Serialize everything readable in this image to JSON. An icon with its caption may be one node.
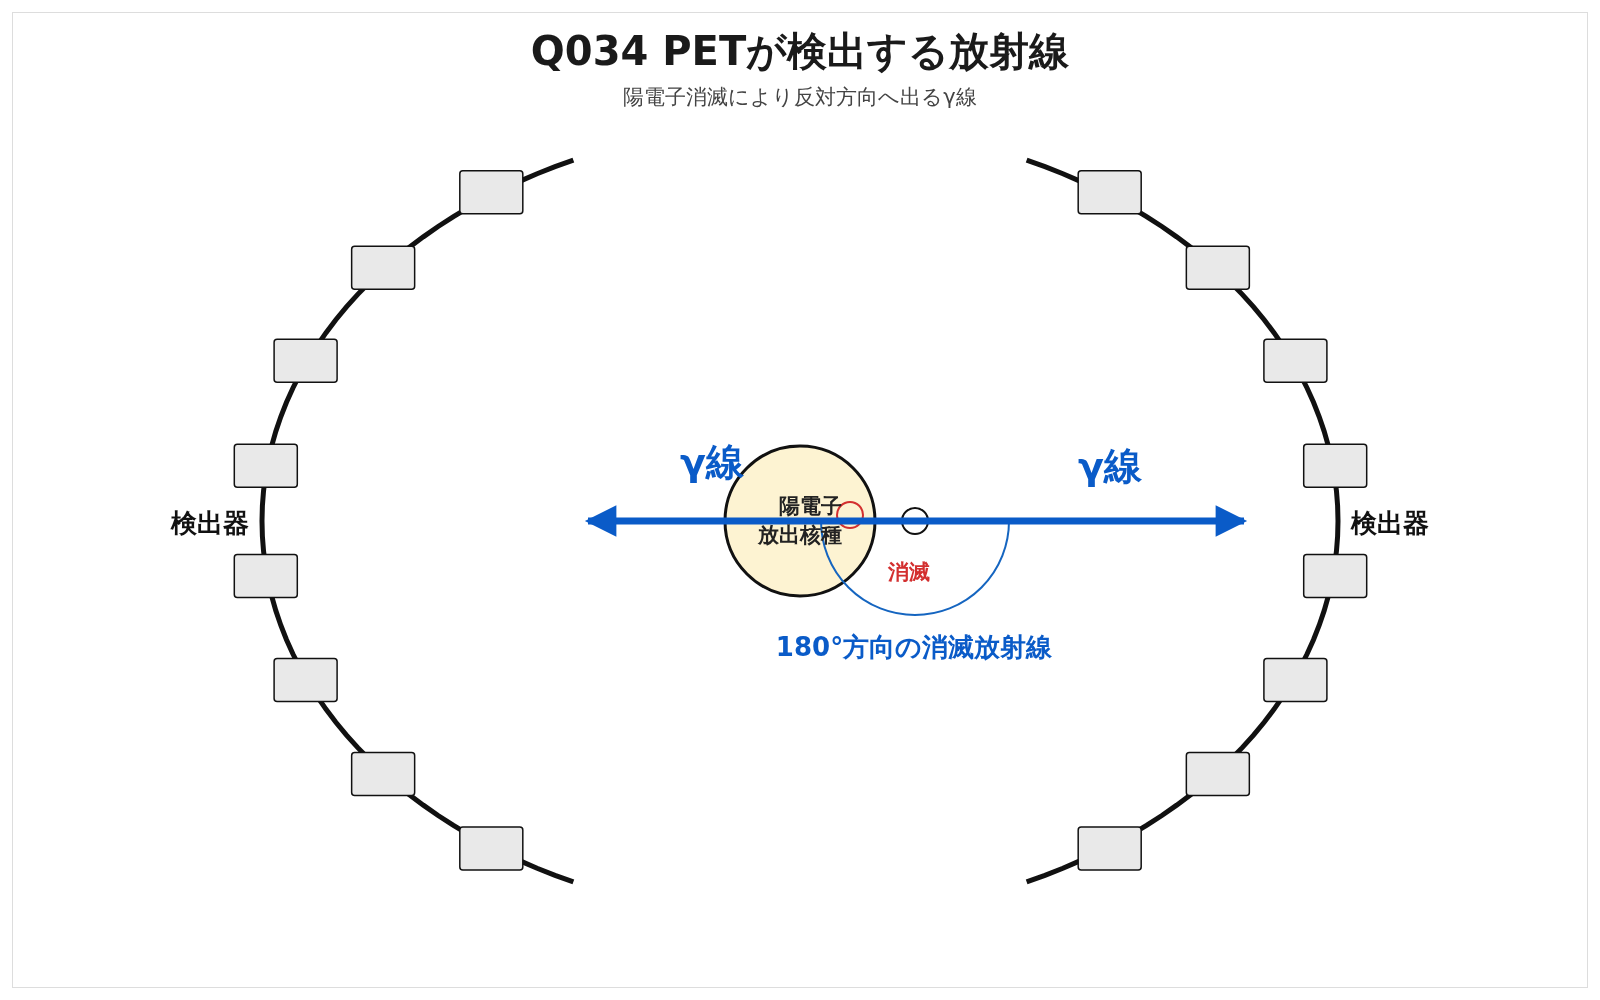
{
  "diagram": {
    "title": "Q034 PETが検出する放射線",
    "caption": "陽電子消滅により反対方向へ出るγ線",
    "nodes": [
      {
        "text": [
          "陽電子放出核種"
        ]
      }
    ],
    "labels": [
      "γ線",
      "γ線",
      "検出器",
      "検出器",
      "消滅",
      "180°方向の消滅放射線"
    ]
  }
}
